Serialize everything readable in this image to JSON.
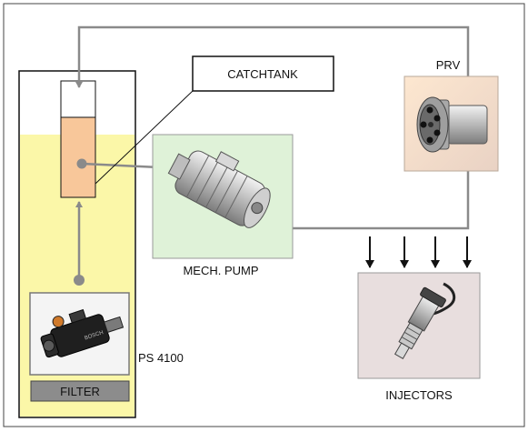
{
  "labels": {
    "catchtank": "CATCHTANK",
    "prv": "PRV",
    "mech_pump": "MECH. PUMP",
    "ps_4100": "PS 4100",
    "filter": "FILTER",
    "injectors": "INJECTORS"
  },
  "colors": {
    "tank_fuel": "#fbf7a8",
    "catchtank_fill": "#f8c79a",
    "pump_panel": "#dff2d8",
    "injector_panel": "#e8dede",
    "filter_bar": "#8c8c8c",
    "fuel_line": "#8a8a8a"
  },
  "icons": [
    "prv-valve-icon",
    "mechanical-pump-icon",
    "fuel-pump-ps4100-icon",
    "injector-icon"
  ]
}
